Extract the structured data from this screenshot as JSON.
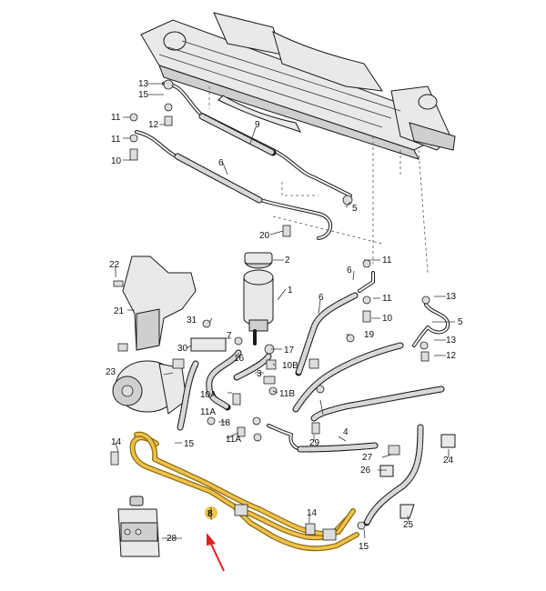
{
  "diagram": {
    "labels": {
      "l13a": "13",
      "l15a": "15",
      "l11a": "11",
      "l12a": "12",
      "l11b": "11",
      "l10a": "10",
      "l9": "9",
      "l6a": "6",
      "l5a": "5",
      "l20": "20",
      "l2": "2",
      "l1": "1",
      "l22": "22",
      "l21": "21",
      "l31": "31",
      "l30": "30",
      "l7": "7",
      "l16": "16",
      "l17": "17",
      "l3": "3",
      "l10b": "10B",
      "l11b2": "11B",
      "l23": "23",
      "l10A": "10A",
      "l11A1": "11A",
      "l18": "18",
      "l11A2": "11A",
      "l14a": "14",
      "l15b": "15",
      "l29": "29",
      "l4": "4",
      "l6b": "6",
      "l19": "19",
      "l11c": "11",
      "l11d": "11",
      "l10c": "10",
      "l6c": "6",
      "l13b": "13",
      "l5b": "5",
      "l13c": "13",
      "l12b": "12",
      "l27": "27",
      "l26": "26",
      "l24": "24",
      "l25": "25",
      "l28": "28",
      "l14b": "14",
      "l15c": "15",
      "l8": "8"
    },
    "highlight_color": "#f0c24a",
    "arrow_color": "#e0201a"
  }
}
